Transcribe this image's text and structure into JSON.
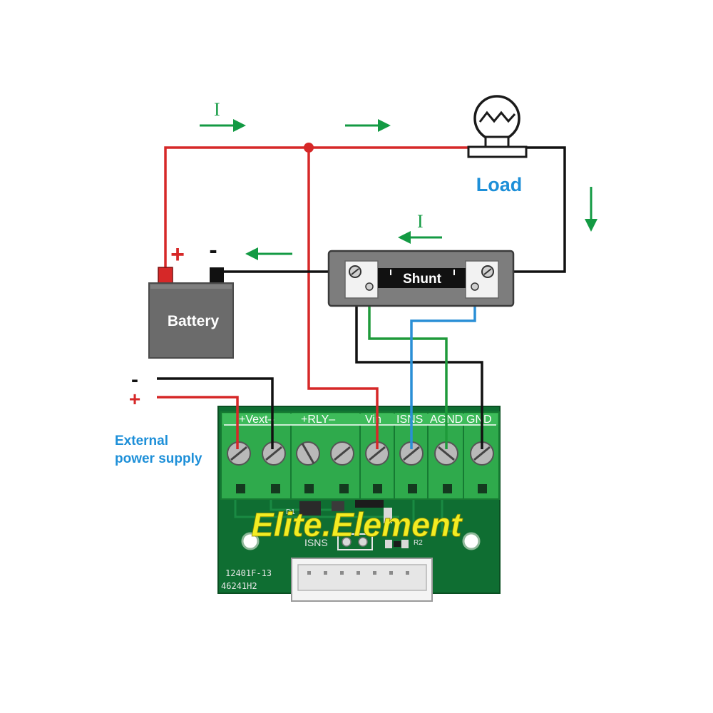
{
  "colors": {
    "positive_wire": "#d62828",
    "negative_wire": "#111111",
    "green_wire": "#1e9a3a",
    "blue_wire": "#2a8fd6",
    "arrow": "#139a43",
    "blue_label": "#1d8fd8",
    "board": "#0f6e32",
    "terminal": "#2faa4c",
    "battery_body": "#6b6b6b",
    "brand_text": "#f2ec23"
  },
  "current_labels": {
    "top": "I",
    "shunt": "I"
  },
  "load": {
    "label": "Load",
    "icon": "lamp-icon"
  },
  "battery": {
    "label": "Battery",
    "plus": "+",
    "minus": "-"
  },
  "shunt": {
    "label": "Shunt"
  },
  "external_supply": {
    "minus": "-",
    "plus": "+",
    "label_line1": "External",
    "label_line2": "power supply"
  },
  "terminals": {
    "vext": "+Vext–",
    "rly": "+RLY–",
    "vin": "Vin",
    "isns": "ISNS",
    "agnd": "AGND",
    "gnd": "GND"
  },
  "board": {
    "brand": "Elite.Element",
    "silk_isns": "ISNS",
    "silk_d1": "D1",
    "silk_r2": "R2",
    "code1": "12401F-13",
    "code2": "46241H2"
  }
}
